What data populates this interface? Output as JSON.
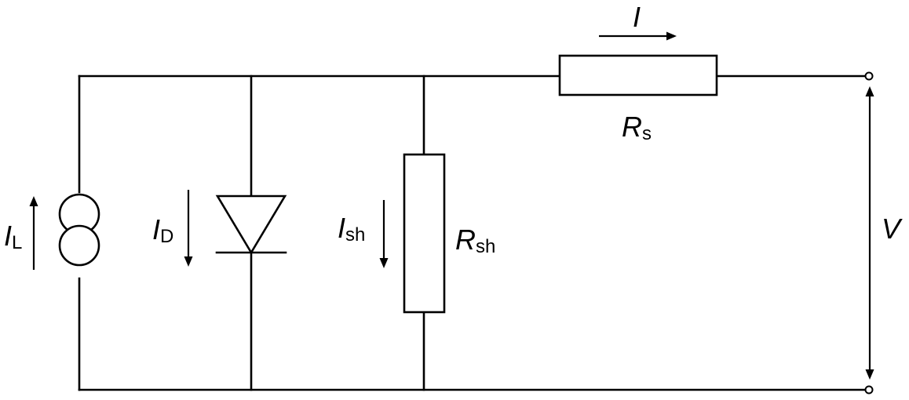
{
  "labels": {
    "I": "I",
    "I_L": {
      "symbol": "I",
      "subscript": "L"
    },
    "I_D": {
      "symbol": "I",
      "subscript": "D"
    },
    "I_sh": {
      "symbol": "I",
      "subscript": "sh"
    },
    "R_sh": {
      "symbol": "R",
      "subscript": "sh"
    },
    "R_s": {
      "symbol": "R",
      "subscript": "s"
    },
    "V": "V"
  },
  "colors": {
    "line": "#000000",
    "background": "#ffffff"
  }
}
